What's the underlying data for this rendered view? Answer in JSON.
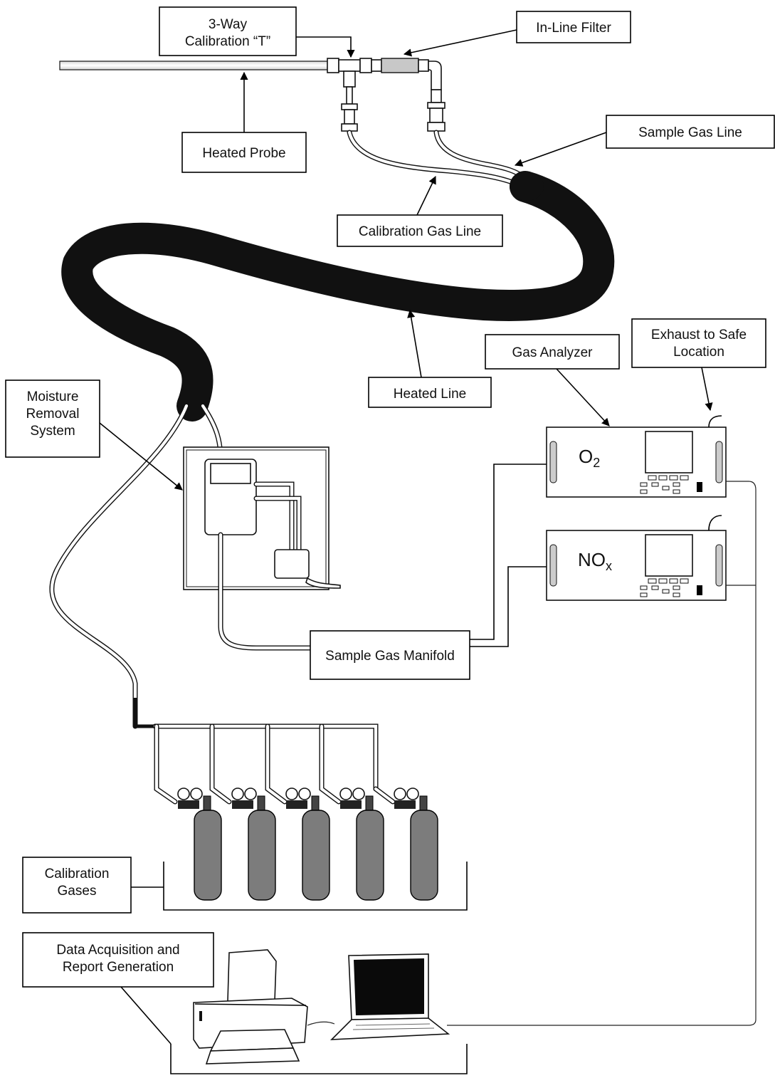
{
  "labels": {
    "calibration_t_line1": "3-Way",
    "calibration_t_line2": "Calibration “T”",
    "inline_filter": "In-Line Filter",
    "heated_probe": "Heated Probe",
    "sample_gas_line": "Sample Gas Line",
    "calibration_gas_line": "Calibration Gas Line",
    "heated_line": "Heated Line",
    "gas_analyzer": "Gas Analyzer",
    "exhaust_line1": "Exhaust to Safe",
    "exhaust_line2": "Location",
    "moisture_line1": "Moisture",
    "moisture_line2": "Removal",
    "moisture_line3": "System",
    "sample_gas_manifold": "Sample Gas Manifold",
    "calibration_gases_line1": "Calibration",
    "calibration_gases_line2": "Gases",
    "daq_line1": "Data Acquisition and",
    "daq_line2": "Report Generation"
  },
  "analyzers": [
    {
      "main": "O",
      "sub": "2"
    },
    {
      "main": "NO",
      "sub": "x"
    }
  ],
  "icons": {
    "arrows": "arrow-icon",
    "gauges": "pressure-gauge-icon",
    "printer": "printer-icon",
    "laptop": "laptop-icon"
  },
  "colors": {
    "heated_line": "#111111",
    "bottles": "#7c7c7c",
    "laptop_screen": "#0a0a0a"
  }
}
